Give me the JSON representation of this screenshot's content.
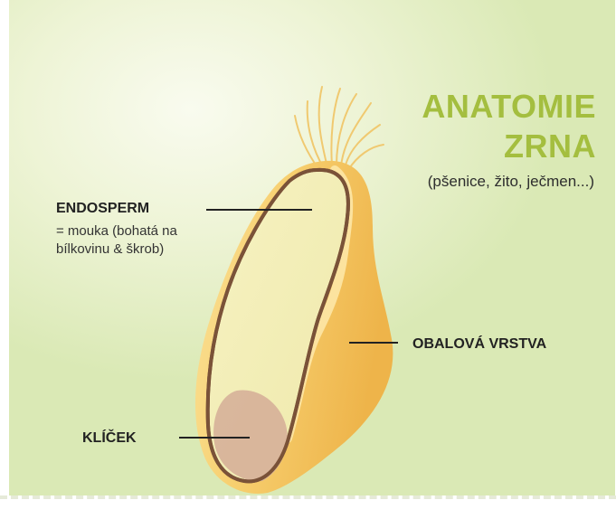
{
  "title": {
    "line1": "ANATOMIE",
    "line2": "ZRNA"
  },
  "subtitle": "(pšenice, žito, ječmen...)",
  "labels": {
    "endosperm": "ENDOSPERM",
    "endosperm_desc_line1": "= mouka (bohatá na",
    "endosperm_desc_line2": "bílkovinu & škrob)",
    "obalova_vrstva": "OBALOVÁ VRSTVA",
    "klicek": "KLÍČEK"
  },
  "colors": {
    "title": "#a4be3f",
    "grain_outer": "#f3c45c",
    "endosperm_fill": "#f4efb6",
    "endosperm_outline": "#7a5238",
    "germ": "#d7b39a",
    "hairs": "#f0c970"
  }
}
